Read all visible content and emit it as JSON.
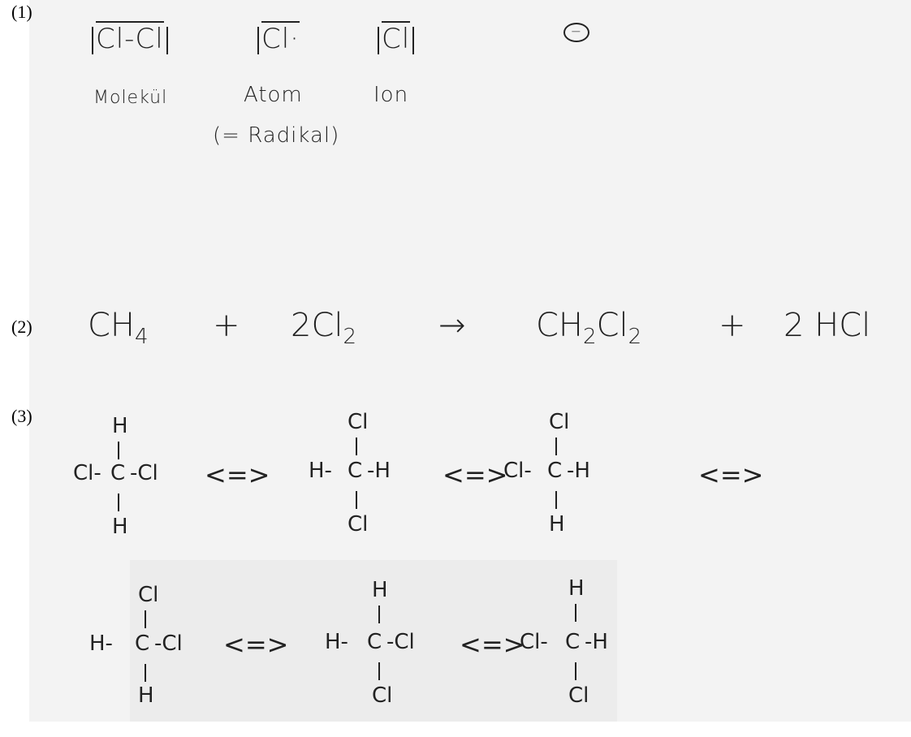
{
  "labels": {
    "p1": "(1)",
    "p2": "(2)",
    "p3": "(3)"
  },
  "part1": {
    "molecule": "Cl-Cl",
    "atom": "Cl·",
    "ion": "Cl",
    "ion_charge": "−",
    "label_molecule": "Molekül",
    "label_atom": "Atom",
    "label_radical": "(= Radikal)",
    "label_ion": "Ion"
  },
  "part2": {
    "r1": "CH",
    "r1_sub": "4",
    "plus1": "+",
    "r2": "2Cl",
    "r2_sub": "2",
    "arrow": "→",
    "p1a": "CH",
    "p1a_sub": "2",
    "p1b": "Cl",
    "p1b_sub": "2",
    "plus2": "+",
    "p2": "2 HCl"
  },
  "part3": {
    "equiv": "<=>",
    "structures": [
      {
        "top": "H",
        "left": "Cl-",
        "center": "C",
        "right": "-Cl",
        "bottom": "H"
      },
      {
        "top": "Cl",
        "left": "H-",
        "center": "C",
        "right": "-H",
        "bottom": "Cl"
      },
      {
        "top": "Cl",
        "left": "Cl-",
        "center": "C",
        "right": "-H",
        "bottom": "H"
      },
      {
        "top": "Cl",
        "left": "H-",
        "center": "C",
        "right": "-Cl",
        "bottom": "H"
      },
      {
        "top": "H",
        "left": "H-",
        "center": "C",
        "right": "-Cl",
        "bottom": "Cl"
      },
      {
        "top": "H",
        "left": "Cl-",
        "center": "C",
        "right": "-H",
        "bottom": "Cl"
      }
    ]
  }
}
